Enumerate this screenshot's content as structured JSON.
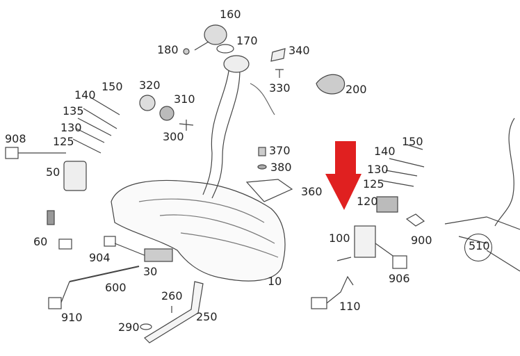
{
  "title": "Fuel tank parts diagram",
  "labels": [
    "160",
    "170",
    "180",
    "340",
    "330",
    "200",
    "320",
    "310",
    "300",
    "150",
    "140",
    "135",
    "130",
    "125",
    "908",
    "50",
    "370",
    "380",
    "360",
    "150",
    "140",
    "130",
    "125",
    "120",
    "900",
    "100",
    "906",
    "60",
    "904",
    "30",
    "600",
    "10",
    "910",
    "260",
    "250",
    "290",
    "110",
    "510"
  ],
  "arrow": {
    "color": "#e02020",
    "direction": "down"
  }
}
